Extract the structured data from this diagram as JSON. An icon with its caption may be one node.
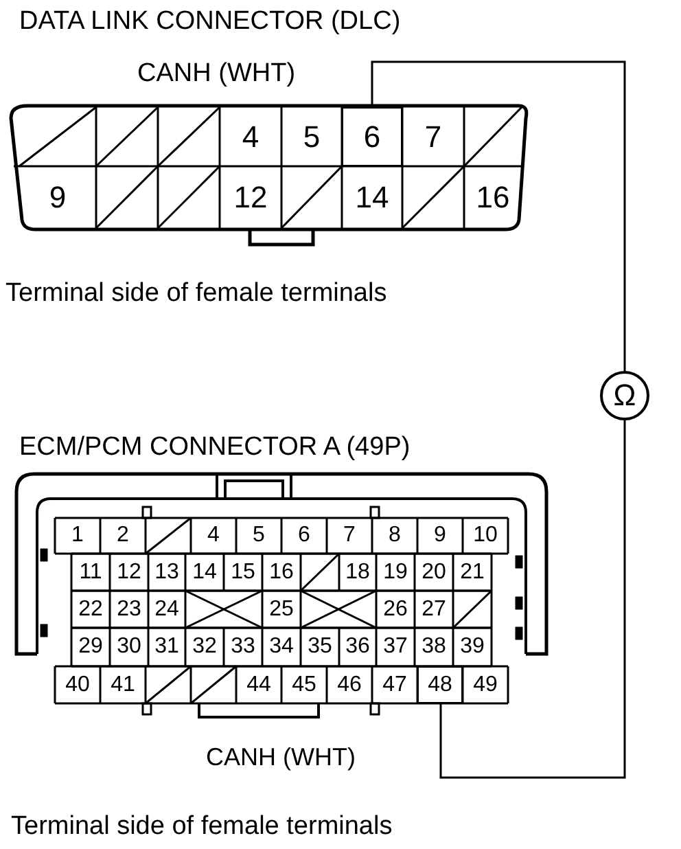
{
  "diagram": {
    "nodes": [
      {
        "text": [
          "DATA LINK CONNECTOR (DLC)"
        ],
        "beside": [
          "Terminal side of female terminals"
        ]
      },
      {
        "text": [
          "6"
        ],
        "in": 0,
        "beside": [
          "CANH (WHT)"
        ]
      },
      {
        "text": [
          "Ω"
        ]
      },
      {
        "text": [
          "ECM/PCM CONNECTOR A (49P)"
        ],
        "beside": [
          "Terminal side of female terminals"
        ]
      },
      {
        "text": [
          "48"
        ],
        "in": 3,
        "beside": [
          "CANH (WHT)"
        ]
      }
    ],
    "edges": [
      {
        "from": 1,
        "to": 2,
        "arrow": "none"
      },
      {
        "from": 2,
        "to": 4,
        "arrow": "none"
      }
    ],
    "labels": [
      "4",
      "5",
      "7",
      "9",
      "12",
      "14",
      "16",
      "1",
      "2",
      "4",
      "5",
      "6",
      "7",
      "8",
      "9",
      "10",
      "11",
      "12",
      "13",
      "14",
      "15",
      "16",
      "18",
      "19",
      "20",
      "21",
      "22",
      "23",
      "24",
      "25",
      "26",
      "27",
      "29",
      "30",
      "31",
      "32",
      "33",
      "34",
      "35",
      "36",
      "37",
      "38",
      "39",
      "40",
      "41",
      "44",
      "45",
      "46",
      "47",
      "49"
    ]
  }
}
